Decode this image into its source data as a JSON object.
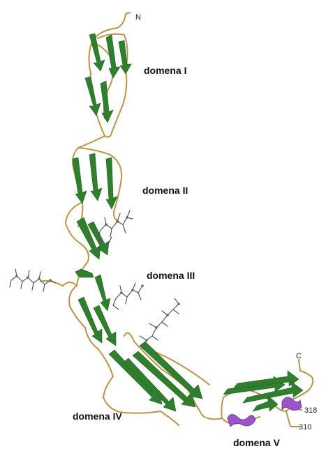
{
  "diagram": {
    "domains": [
      {
        "id": "d1",
        "label": "domena I"
      },
      {
        "id": "d2",
        "label": "domena II"
      },
      {
        "id": "d3",
        "label": "domena III"
      },
      {
        "id": "d4",
        "label": "domena IV"
      },
      {
        "id": "d5",
        "label": "domena V"
      }
    ],
    "termini": {
      "n": "N",
      "c": "C"
    },
    "residues": {
      "r318": "318",
      "r310": "310"
    },
    "colors": {
      "coil": "#b8954a",
      "strand": "#2f7f2f",
      "helix": "#9b55c8",
      "glycan": "#555555"
    }
  }
}
